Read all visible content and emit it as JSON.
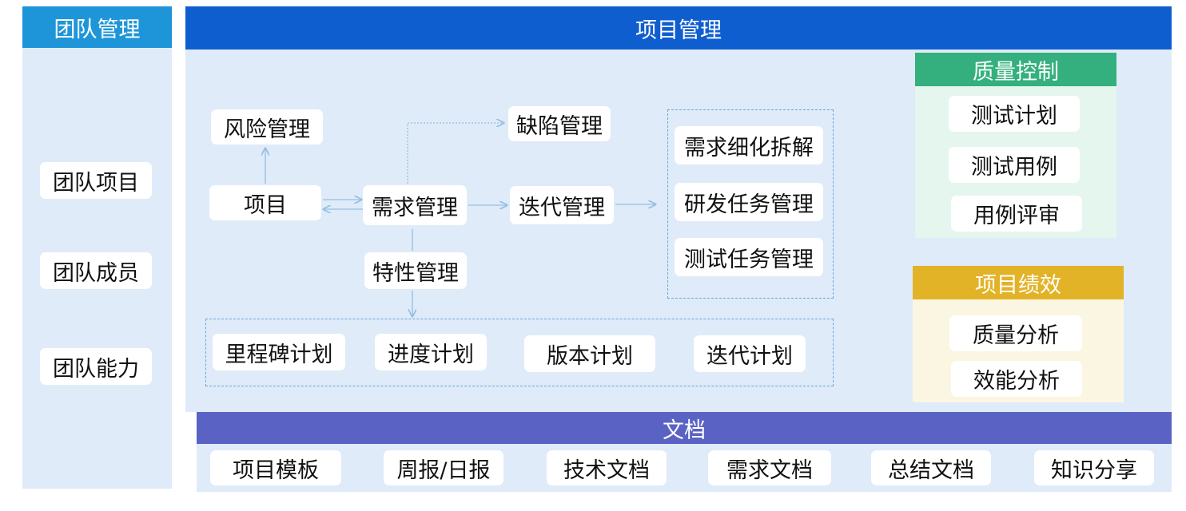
{
  "colors": {
    "left_header": "#1f95d9",
    "main_header": "#0f5ed0",
    "panel_bg": "#dfebf8",
    "quality_header": "#33b07d",
    "quality_bg": "#e5f6ee",
    "performance_header": "#e3b327",
    "performance_bg": "#fbf6e2",
    "docs_header": "#5a63c4",
    "connector": "#93bfe3"
  },
  "team": {
    "title": "团队管理",
    "items": [
      "团队项目",
      "团队成员",
      "团队能力"
    ]
  },
  "project": {
    "title": "项目管理",
    "nodes": {
      "risk": "风险管理",
      "project": "项目",
      "requirement": "需求管理",
      "defect": "缺陷管理",
      "iteration": "迭代管理",
      "feature": "特性管理"
    },
    "iteration_tasks": [
      "需求细化拆解",
      "研发任务管理",
      "测试任务管理"
    ],
    "plans": [
      "里程碑计划",
      "进度计划",
      "版本计划",
      "迭代计划"
    ]
  },
  "quality": {
    "title": "质量控制",
    "items": [
      "测试计划",
      "测试用例",
      "用例评审"
    ]
  },
  "performance": {
    "title": "项目绩效",
    "items": [
      "质量分析",
      "效能分析"
    ]
  },
  "docs": {
    "title": "文档",
    "items": [
      "项目模板",
      "周报/日报",
      "技术文档",
      "需求文档",
      "总结文档",
      "知识分享"
    ]
  }
}
